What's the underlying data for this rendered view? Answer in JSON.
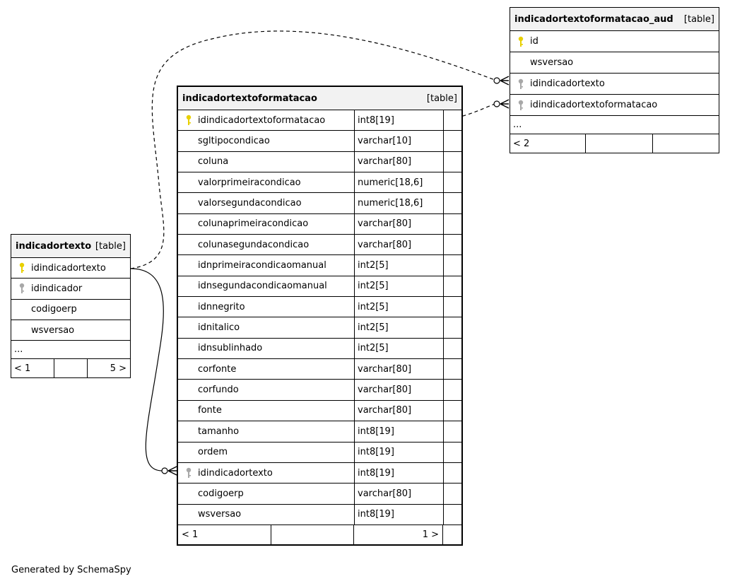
{
  "tables": {
    "aud": {
      "name": "indicadortextoformatacao_aud",
      "type_label": "[table]",
      "columns": [
        {
          "name": "id",
          "key": "primary"
        },
        {
          "name": "wsversao",
          "key": "none"
        },
        {
          "name": "idindicadortexto",
          "key": "foreign"
        },
        {
          "name": "idindicadortextoformatacao",
          "key": "foreign"
        }
      ],
      "more": "...",
      "nav": {
        "left": "< 2",
        "right": ""
      }
    },
    "main": {
      "name": "indicadortextoformatacao",
      "type_label": "[table]",
      "columns": [
        {
          "name": "idindicadortextoformatacao",
          "type": "int8[19]",
          "key": "primary"
        },
        {
          "name": "sgltipocondicao",
          "type": "varchar[10]",
          "key": "none"
        },
        {
          "name": "coluna",
          "type": "varchar[80]",
          "key": "none"
        },
        {
          "name": "valorprimeiracondicao",
          "type": "numeric[18,6]",
          "key": "none"
        },
        {
          "name": "valorsegundacondicao",
          "type": "numeric[18,6]",
          "key": "none"
        },
        {
          "name": "colunaprimeiracondicao",
          "type": "varchar[80]",
          "key": "none"
        },
        {
          "name": "colunasegundacondicao",
          "type": "varchar[80]",
          "key": "none"
        },
        {
          "name": "idnprimeiracondicaomanual",
          "type": "int2[5]",
          "key": "none"
        },
        {
          "name": "idnsegundacondicaomanual",
          "type": "int2[5]",
          "key": "none"
        },
        {
          "name": "idnnegrito",
          "type": "int2[5]",
          "key": "none"
        },
        {
          "name": "idnitalico",
          "type": "int2[5]",
          "key": "none"
        },
        {
          "name": "idnsublinhado",
          "type": "int2[5]",
          "key": "none"
        },
        {
          "name": "corfonte",
          "type": "varchar[80]",
          "key": "none"
        },
        {
          "name": "corfundo",
          "type": "varchar[80]",
          "key": "none"
        },
        {
          "name": "fonte",
          "type": "varchar[80]",
          "key": "none"
        },
        {
          "name": "tamanho",
          "type": "int8[19]",
          "key": "none"
        },
        {
          "name": "ordem",
          "type": "int8[19]",
          "key": "none"
        },
        {
          "name": "idindicadortexto",
          "type": "int8[19]",
          "key": "foreign"
        },
        {
          "name": "codigoerp",
          "type": "varchar[80]",
          "key": "none"
        },
        {
          "name": "wsversao",
          "type": "int8[19]",
          "key": "none"
        }
      ],
      "nav": {
        "left": "< 1",
        "right": "1 >"
      }
    },
    "indicadortexto": {
      "name": "indicadortexto",
      "type_label": "[table]",
      "columns": [
        {
          "name": "idindicadortexto",
          "key": "primary"
        },
        {
          "name": "idindicador",
          "key": "foreign"
        },
        {
          "name": "codigoerp",
          "key": "none"
        },
        {
          "name": "wsversao",
          "key": "none"
        }
      ],
      "more": "...",
      "nav": {
        "left": "< 1",
        "right": "5 >"
      }
    }
  },
  "colors": {
    "primary_key": "#e8d000",
    "foreign_key": "#a8a8a8",
    "header_bg": "#f2f2f2"
  },
  "footer": "Generated by SchemaSpy"
}
